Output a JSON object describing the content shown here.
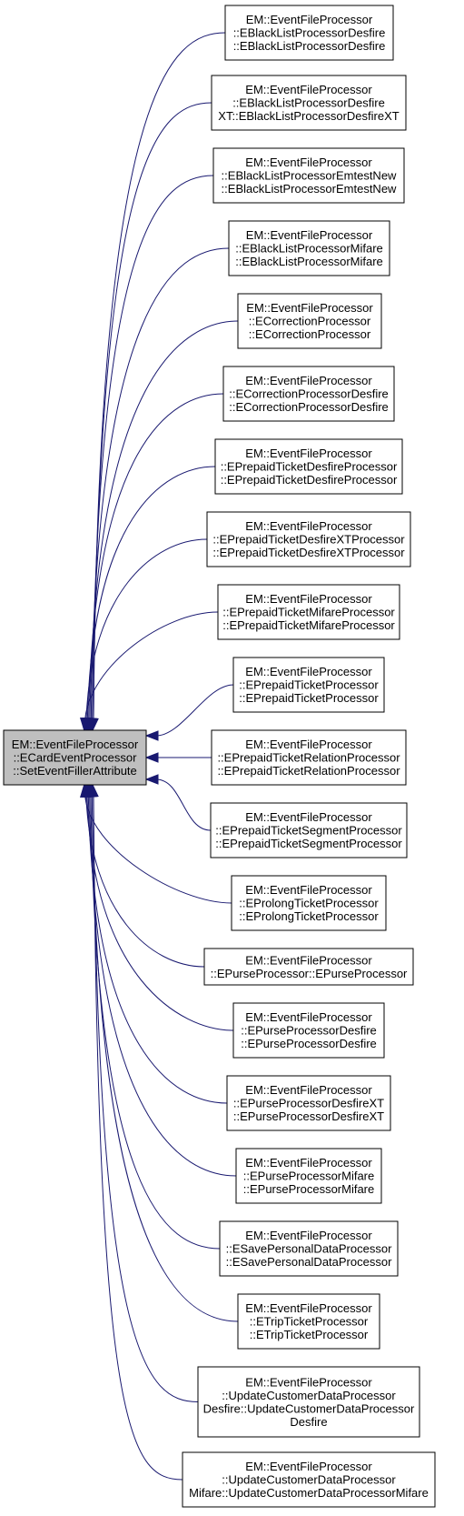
{
  "colors": {
    "edge": "#191970",
    "focus_fill": "#bfbfbf",
    "node_fill": "#ffffff",
    "border": "#000000"
  },
  "focus_node": {
    "lines": [
      "EM::EventFileProcessor",
      "::ECardEventProcessor",
      "::SetEventFillerAttribute"
    ]
  },
  "callers": [
    {
      "lines": [
        "EM::EventFileProcessor",
        "::EBlackListProcessorDesfire",
        "::EBlackListProcessorDesfire"
      ]
    },
    {
      "lines": [
        "EM::EventFileProcessor",
        "::EBlackListProcessorDesfire",
        "XT::EBlackListProcessorDesfireXT"
      ]
    },
    {
      "lines": [
        "EM::EventFileProcessor",
        "::EBlackListProcessorEmtestNew",
        "::EBlackListProcessorEmtestNew"
      ]
    },
    {
      "lines": [
        "EM::EventFileProcessor",
        "::EBlackListProcessorMifare",
        "::EBlackListProcessorMifare"
      ]
    },
    {
      "lines": [
        "EM::EventFileProcessor",
        "::ECorrectionProcessor",
        "::ECorrectionProcessor"
      ]
    },
    {
      "lines": [
        "EM::EventFileProcessor",
        "::ECorrectionProcessorDesfire",
        "::ECorrectionProcessorDesfire"
      ]
    },
    {
      "lines": [
        "EM::EventFileProcessor",
        "::EPrepaidTicketDesfireProcessor",
        "::EPrepaidTicketDesfireProcessor"
      ]
    },
    {
      "lines": [
        "EM::EventFileProcessor",
        "::EPrepaidTicketDesfireXTProcessor",
        "::EPrepaidTicketDesfireXTProcessor"
      ]
    },
    {
      "lines": [
        "EM::EventFileProcessor",
        "::EPrepaidTicketMifareProcessor",
        "::EPrepaidTicketMifareProcessor"
      ]
    },
    {
      "lines": [
        "EM::EventFileProcessor",
        "::EPrepaidTicketProcessor",
        "::EPrepaidTicketProcessor"
      ]
    },
    {
      "lines": [
        "EM::EventFileProcessor",
        "::EPrepaidTicketRelationProcessor",
        "::EPrepaidTicketRelationProcessor"
      ]
    },
    {
      "lines": [
        "EM::EventFileProcessor",
        "::EPrepaidTicketSegmentProcessor",
        "::EPrepaidTicketSegmentProcessor"
      ]
    },
    {
      "lines": [
        "EM::EventFileProcessor",
        "::EProlongTicketProcessor",
        "::EProlongTicketProcessor"
      ]
    },
    {
      "lines": [
        "EM::EventFileProcessor",
        "::EPurseProcessor::EPurseProcessor"
      ]
    },
    {
      "lines": [
        "EM::EventFileProcessor",
        "::EPurseProcessorDesfire",
        "::EPurseProcessorDesfire"
      ]
    },
    {
      "lines": [
        "EM::EventFileProcessor",
        "::EPurseProcessorDesfireXT",
        "::EPurseProcessorDesfireXT"
      ]
    },
    {
      "lines": [
        "EM::EventFileProcessor",
        "::EPurseProcessorMifare",
        "::EPurseProcessorMifare"
      ]
    },
    {
      "lines": [
        "EM::EventFileProcessor",
        "::ESavePersonalDataProcessor",
        "::ESavePersonalDataProcessor"
      ]
    },
    {
      "lines": [
        "EM::EventFileProcessor",
        "::ETripTicketProcessor",
        "::ETripTicketProcessor"
      ]
    },
    {
      "lines": [
        "EM::EventFileProcessor",
        "::UpdateCustomerDataProcessor",
        "Desfire::UpdateCustomerDataProcessor",
        "Desfire"
      ]
    },
    {
      "lines": [
        "EM::EventFileProcessor",
        "::UpdateCustomerDataProcessor",
        "Mifare::UpdateCustomerDataProcessorMifare"
      ]
    }
  ]
}
